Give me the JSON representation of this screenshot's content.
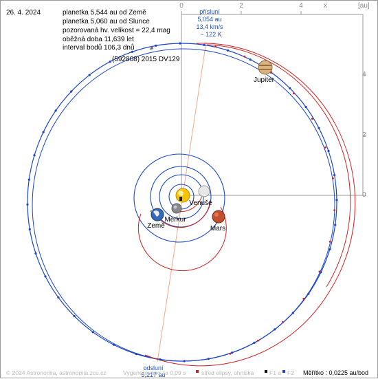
{
  "header": {
    "date": "26. 4. 2024",
    "lines": [
      "planetka 5,544 au od Země",
      "planetka 5,060 au od Slunce",
      "pozorovaná hv. velikost = 22,4 mag",
      "oběžná doba 11,639 let",
      "interval bodů 106,3 dnů"
    ]
  },
  "object": {
    "name": "(592808) 2015 DV129"
  },
  "perihelion": {
    "label": "přísluní",
    "distance": "5,054 au",
    "speed": "13,4 km/s",
    "temp": "~ 122 K"
  },
  "aphelion": {
    "label": "odsluní",
    "distance": "5,217 au"
  },
  "axes": {
    "x_label": "x",
    "unit_label": "[au]",
    "x_ticks": [
      "0",
      "2",
      "4"
    ],
    "y_ticks": [
      "4",
      "2",
      "0"
    ]
  },
  "planets": {
    "jupiter": "Jupiter",
    "venus": "Venuše",
    "mercury": "Merkur",
    "earth": "Země",
    "mars": "Mars"
  },
  "footer": {
    "copyright": "© 2024 Astronomia, astronomia.zcu.cz",
    "render": "Vygenerováno za 0,09 s",
    "legend_center": "střed elipsy, ohniska",
    "legend_f1": "F1 a",
    "legend_f2": "F2",
    "scale": "Měřítko : 0,0225 au/bod"
  },
  "colors": {
    "asteroid_orbit": "#1a45c8",
    "planet_orbit": "#d02020",
    "apsis_line": "#f0a888",
    "frame": "#9a9a9a",
    "sun": "#f5c400"
  }
}
